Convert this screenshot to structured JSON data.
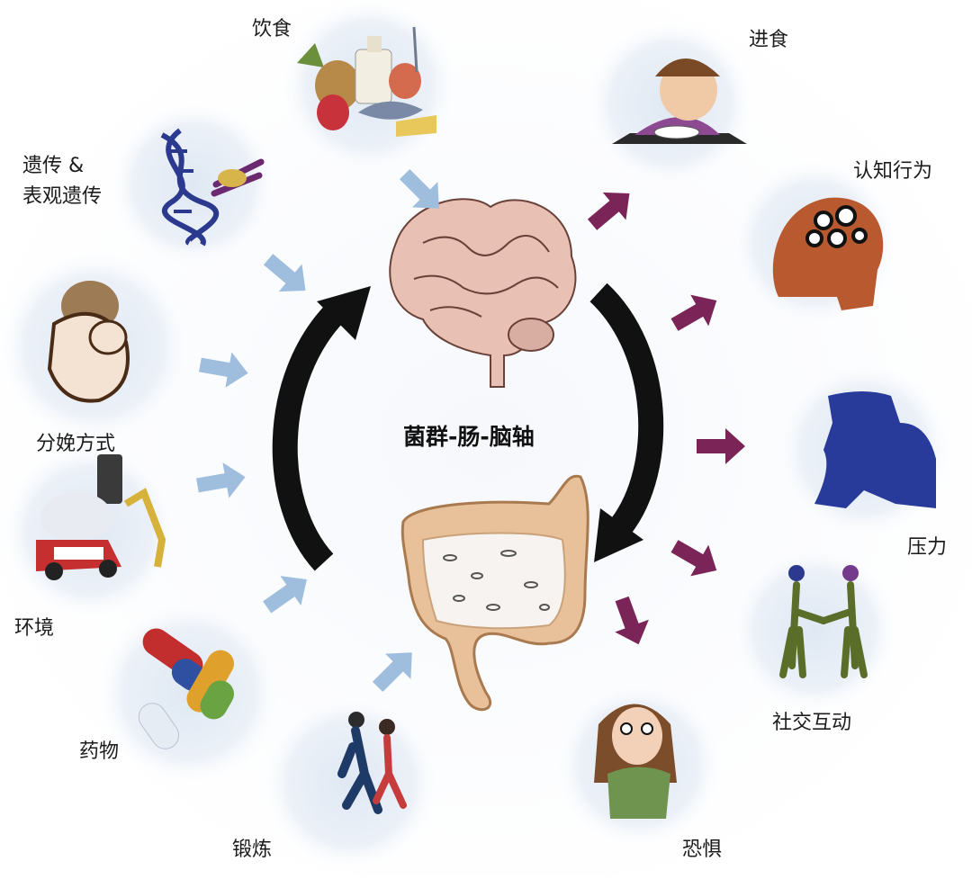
{
  "center_title": "菌群-肠-脑轴",
  "inputs": {
    "diet": "饮食",
    "genetics": "遗传 &\n表观遗传",
    "delivery": "分娩方式",
    "environment": "环境",
    "medication": "药物",
    "exercise": "锻炼"
  },
  "outputs": {
    "eating": "进食",
    "cognition": "认知行为",
    "stress": "压力",
    "social": "社交互动",
    "fear": "恐惧"
  },
  "colors": {
    "input_arrow": "#9fbedd",
    "output_arrow": "#7a2458",
    "cycle_arrow": "#111111",
    "halo": "#e9eff7",
    "brain": "#e9c3b6",
    "gut": "#e2bd95"
  }
}
